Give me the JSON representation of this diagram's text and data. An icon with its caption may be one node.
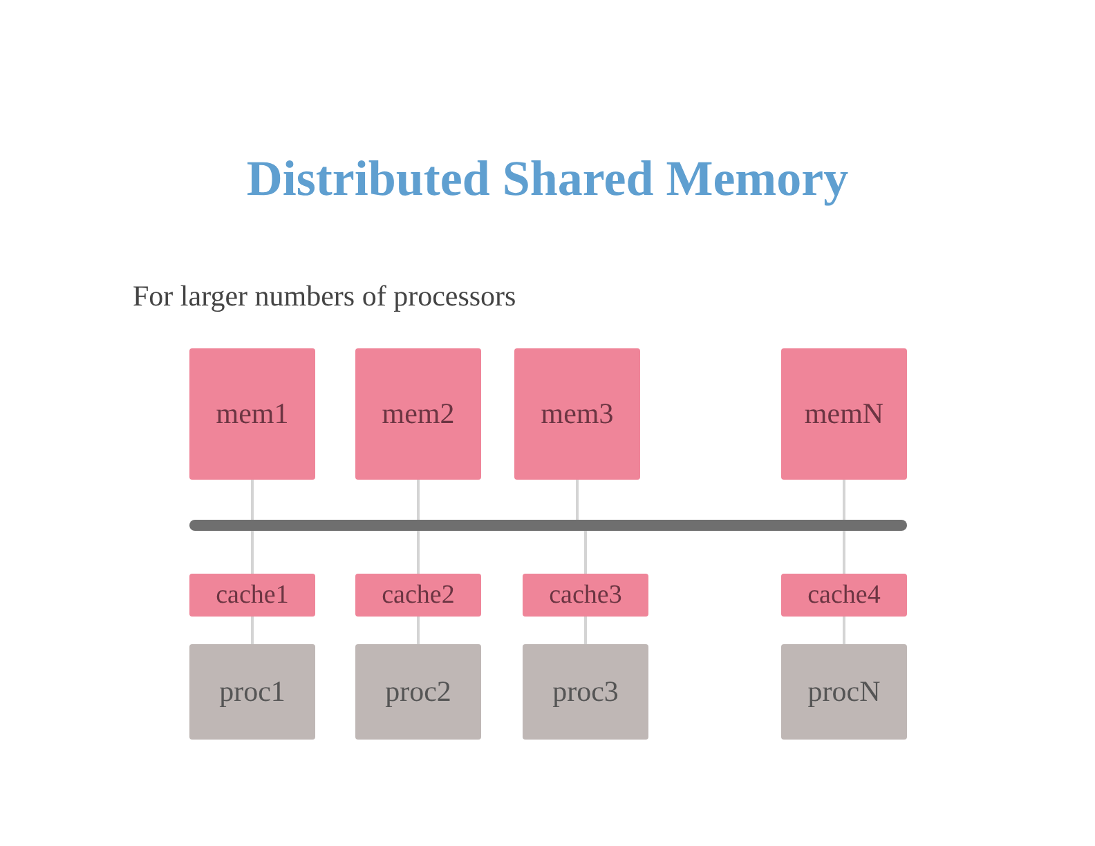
{
  "diagram": {
    "title": "Distributed Shared Memory",
    "nodes": [
      {
        "text": [
          "mem1"
        ]
      },
      {
        "text": [
          "mem2"
        ]
      },
      {
        "text": [
          "mem3"
        ]
      },
      {
        "text": [
          "memN"
        ]
      },
      {
        "text": [],
        "shape": "bar"
      },
      {
        "text": [
          "cache1"
        ]
      },
      {
        "text": [
          "cache2"
        ]
      },
      {
        "text": [
          "cache3"
        ]
      },
      {
        "text": [
          "cache4"
        ]
      },
      {
        "text": [
          "proc1"
        ]
      },
      {
        "text": [
          "proc2"
        ]
      },
      {
        "text": [
          "proc3"
        ]
      },
      {
        "text": [
          "procN"
        ]
      }
    ],
    "edges": [
      {
        "from": 0,
        "to": 4,
        "arrow": "none"
      },
      {
        "from": 1,
        "to": 4,
        "arrow": "none"
      },
      {
        "from": 2,
        "to": 4,
        "arrow": "none"
      },
      {
        "from": 3,
        "to": 4,
        "arrow": "none"
      },
      {
        "from": 4,
        "to": 5,
        "arrow": "none"
      },
      {
        "from": 4,
        "to": 6,
        "arrow": "none"
      },
      {
        "from": 4,
        "to": 7,
        "arrow": "none"
      },
      {
        "from": 4,
        "to": 8,
        "arrow": "none"
      },
      {
        "from": 5,
        "to": 9,
        "arrow": "none"
      },
      {
        "from": 6,
        "to": 10,
        "arrow": "none"
      },
      {
        "from": 7,
        "to": 11,
        "arrow": "none"
      },
      {
        "from": 8,
        "to": 12,
        "arrow": "none"
      }
    ],
    "labels": [
      "For larger numbers of processors"
    ]
  }
}
